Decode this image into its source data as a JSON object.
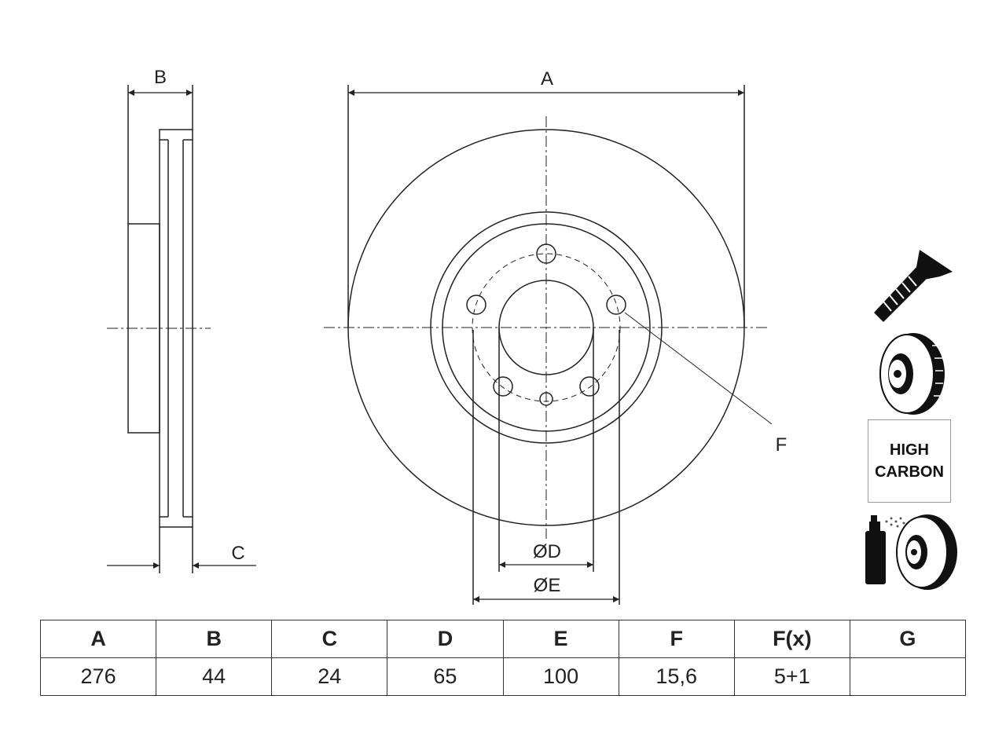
{
  "drawing": {
    "labels": {
      "a": "A",
      "b": "B",
      "c": "C",
      "f": "F",
      "d": "ØD",
      "e": "ØE"
    }
  },
  "icons": {
    "bolt": "screw-icon",
    "disc": "brake-disc-icon",
    "spray": "coating-spray-icon"
  },
  "badge": {
    "line1": "HIGH",
    "line2": "CARBON"
  },
  "spec_table": {
    "headers": [
      "A",
      "B",
      "C",
      "D",
      "E",
      "F",
      "F(x)",
      "G"
    ],
    "values": [
      "276",
      "44",
      "24",
      "65",
      "100",
      "15,6",
      "5+1",
      ""
    ]
  }
}
